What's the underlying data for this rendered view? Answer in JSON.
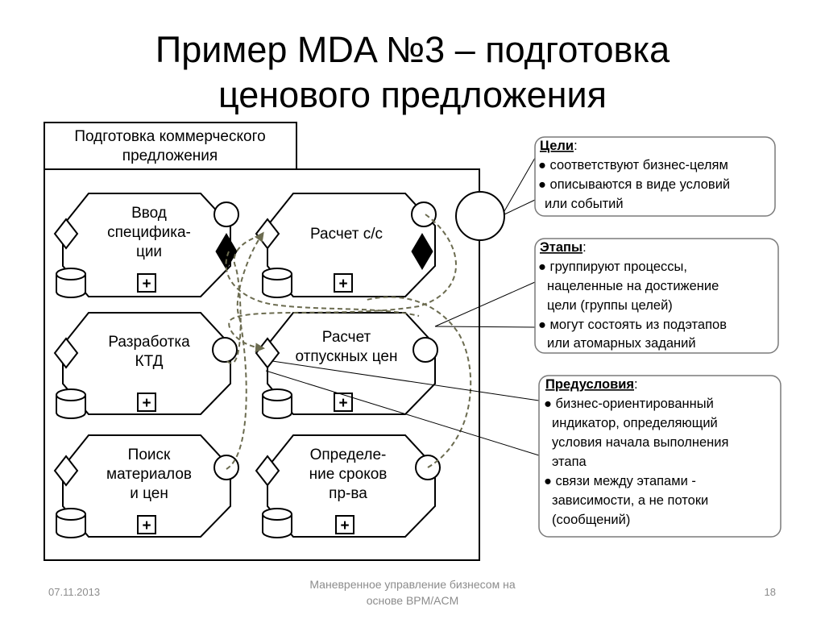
{
  "slide": {
    "title_line1": "Пример MDA №3 – подготовка",
    "title_line2": "ценового предложения"
  },
  "container": {
    "label_line1": "Подготовка коммерческого",
    "label_line2": "предложения"
  },
  "stages": [
    {
      "lines": [
        "Ввод",
        "специфика-",
        "ции"
      ],
      "plus": "+"
    },
    {
      "lines": [
        "Расчет с/с"
      ],
      "plus": "+"
    },
    {
      "lines": [
        "Разработка",
        "КТД"
      ],
      "plus": "+"
    },
    {
      "lines": [
        "Расчет",
        "отпускных цен"
      ],
      "plus": "+"
    },
    {
      "lines": [
        "Поиск",
        "материалов",
        "и цен"
      ],
      "plus": "+"
    },
    {
      "lines": [
        "Определе-",
        "ние сроков",
        "пр-ва"
      ],
      "plus": "+"
    }
  ],
  "notes": {
    "goals": {
      "heading": "Цели",
      "colon": ":",
      "lines": [
        "● соответствуют бизнес-целям",
        "● описываются в виде условий",
        "или событий"
      ]
    },
    "stages": {
      "heading": "Этапы",
      "colon": ":",
      "lines": [
        "● группируют процессы,",
        "нацеленные на достижение",
        "цели (группы целей)",
        "● могут состоять из подэтапов",
        "или атомарных заданий"
      ]
    },
    "preconditions": {
      "heading": "Предусловия",
      "colon": ":",
      "lines": [
        "● бизнес-ориентированный",
        "индикатор, определяющий",
        "условия начала выполнения",
        "этапа",
        "● связи между этапами -",
        "зависимости, а не потоки",
        "(сообщений)"
      ]
    }
  },
  "footer": {
    "date": "07.11.2013",
    "center_line1": "Маневренное управление бизнесом на",
    "center_line2": "основе BPM/ACM",
    "page": "18"
  },
  "colors": {
    "stroke": "#000000",
    "dashed_arrow": "#6b6b4f",
    "note_border": "#7a7a7a",
    "footer_text": "#8c8c8c"
  }
}
